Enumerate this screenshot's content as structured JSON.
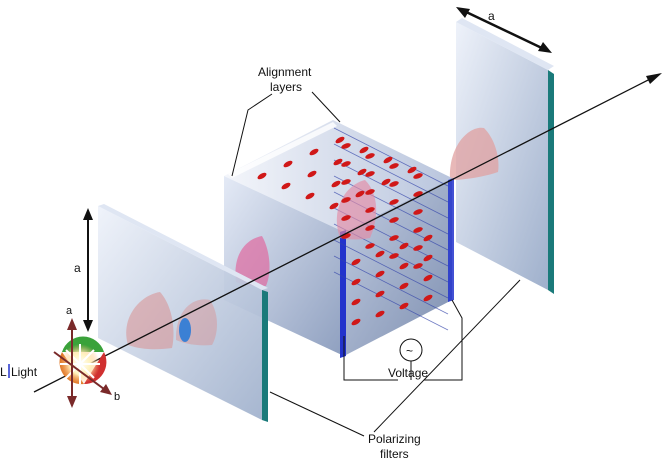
{
  "labels": {
    "alignment_line1": "Alignment",
    "alignment_line2": "layers",
    "polarizing_line1": "Polarizing",
    "polarizing_line2": "filters",
    "voltage": "Voltage",
    "voltage_symbol": "~",
    "light": "Light",
    "light_prefix": "L",
    "axis_a_top": "a",
    "axis_a_left": "a",
    "axis_a_small": "a",
    "axis_b": "b"
  },
  "molecules": {
    "grid_top_rows": 6,
    "grid_front_rows": 6,
    "grid_cols": 4
  },
  "colors": {
    "plate_edge": "#1a7a7a",
    "plate_face": "#c9d3e6",
    "molecule": "#d01818",
    "electrode": "#2233cc",
    "beam": "#111111"
  }
}
